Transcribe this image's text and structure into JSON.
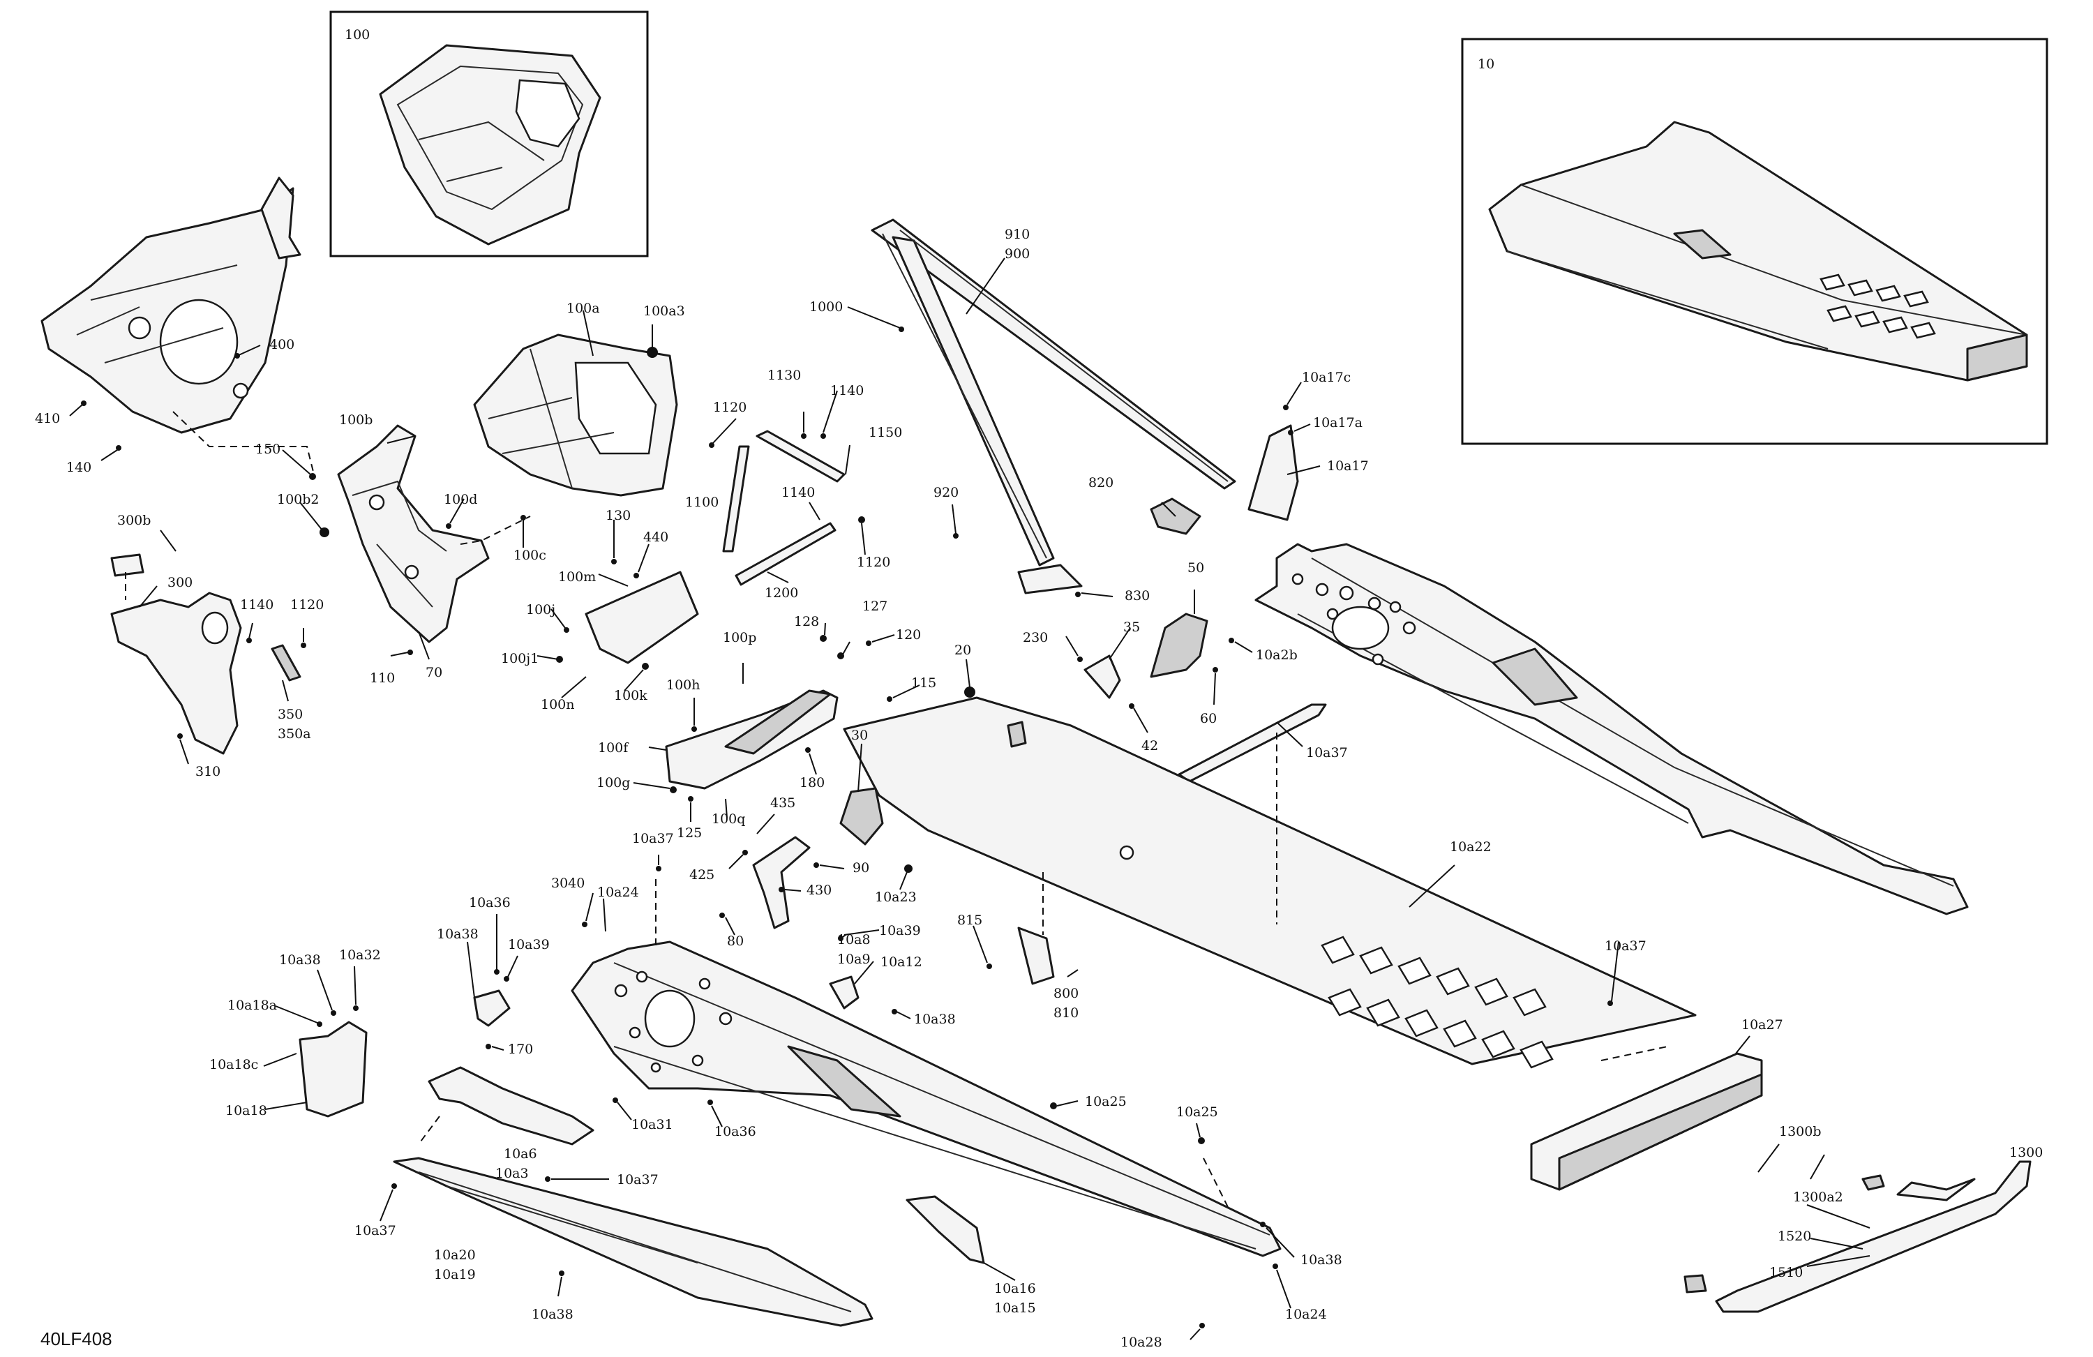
{
  "drawing_code": "40LF408",
  "inset_labels": {
    "engine_cradle": "100",
    "frame_overview": "10"
  },
  "callouts": {
    "c400": "400",
    "c410": "410",
    "c140": "140",
    "c100a": "100a",
    "c100a3": "100a3",
    "c100b": "100b",
    "c150": "150",
    "c100b2": "100b2",
    "c100d": "100d",
    "c100c": "100c",
    "c130": "130",
    "c440": "440",
    "c100m": "100m",
    "c100j": "100j",
    "c100j1": "100j1",
    "c100k": "100k",
    "c100n": "100n",
    "c110": "110",
    "c70": "70",
    "c300b": "300b",
    "c300": "300",
    "c1140a": "1140",
    "c1120a": "1120",
    "c350": "350",
    "c350a": "350a",
    "c310": "310",
    "c1130": "1130",
    "c1140b": "1140",
    "c1120b": "1120",
    "c1150": "1150",
    "c1100": "1100",
    "c1140c": "1140",
    "c1120c": "1120",
    "c1200": "1200",
    "c910": "910",
    "c900": "900",
    "c1000": "1000",
    "c920": "920",
    "c820": "820",
    "c830": "830",
    "c10a17c": "10a17c",
    "c10a17a": "10a17a",
    "c10a17": "10a17",
    "c50": "50",
    "c230": "230",
    "c35": "35",
    "c42": "42",
    "c60": "60",
    "c10a2b": "10a2b",
    "c10a37a": "10a37",
    "c128": "128",
    "c127": "127",
    "c120": "120",
    "c100p": "100p",
    "c115": "115",
    "c20": "20",
    "c100h": "100h",
    "c100f": "100f",
    "c180": "180",
    "c100g": "100g",
    "c125": "125",
    "c100q": "100q",
    "c30": "30",
    "c435": "435",
    "c425": "425",
    "c90": "90",
    "c430": "430",
    "c10a23": "10a23",
    "c80": "80",
    "c10a22": "10a22",
    "c10a37b": "10a37",
    "c10a24a": "10a24",
    "c3040": "3040",
    "c10a36a": "10a36",
    "c10a38a": "10a38",
    "c10a39a": "10a39",
    "c10a38b": "10a38",
    "c10a32": "10a32",
    "c10a18a": "10a18a",
    "c10a18c": "10a18c",
    "c10a18": "10a18",
    "c170": "170",
    "c10a8": "10a8",
    "c10a9": "10a9",
    "c10a39b": "10a39",
    "c10a12": "10a12",
    "c10a38c": "10a38",
    "c815": "815",
    "c800": "800",
    "c810": "810",
    "c10a37c": "10a37",
    "c10a27": "10a27",
    "c10a31": "10a31",
    "c10a36b": "10a36",
    "c10a6": "10a6",
    "c10a3": "10a3",
    "c10a25a": "10a25",
    "c10a25b": "10a25",
    "c10a37d": "10a37",
    "c10a37e": "10a37",
    "c10a20": "10a20",
    "c10a19": "10a19",
    "c10a38d": "10a38",
    "c10a16": "10a16",
    "c10a15": "10a15",
    "c10a38e": "10a38",
    "c10a24b": "10a24",
    "c10a28": "10a28",
    "c1300b": "1300b",
    "c1300": "1300",
    "c1300a2": "1300a2",
    "c1520": "1520",
    "c1510": "1510"
  }
}
